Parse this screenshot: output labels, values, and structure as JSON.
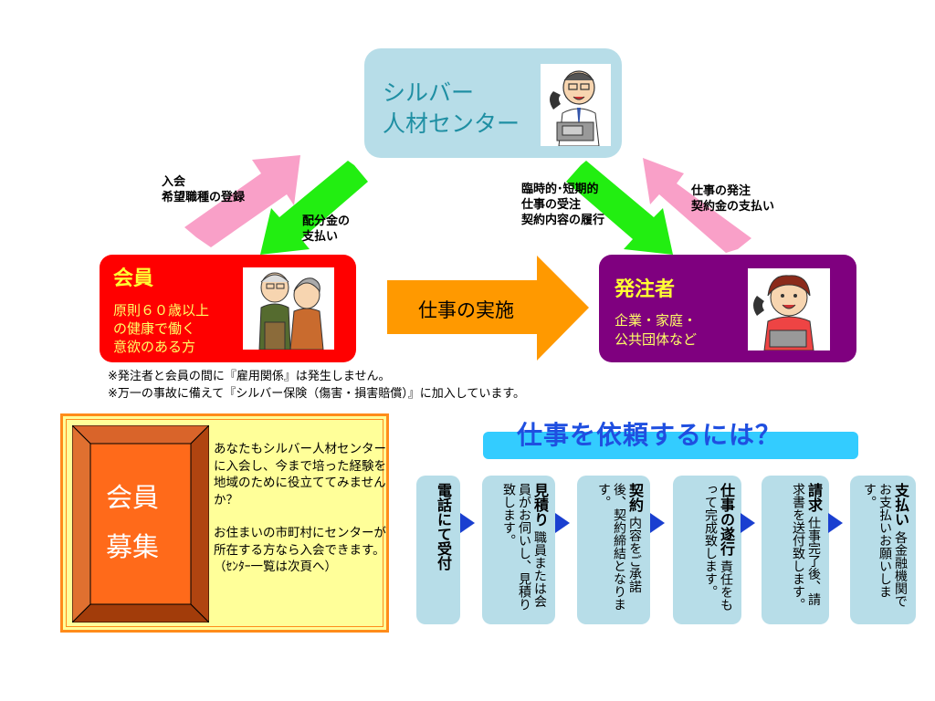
{
  "center": {
    "line1": "シルバー",
    "line2": "人材センター"
  },
  "member": {
    "title": "会員",
    "desc1": "原則６０歳以上",
    "desc2": "の健康で働く",
    "desc3": "意欲のある方"
  },
  "client": {
    "title": "発注者",
    "desc1": "企業・家庭・",
    "desc2": "公共団体など"
  },
  "work_label": "仕事の実施",
  "labels": {
    "join1": "入会",
    "join2": "希望職種の登録",
    "pay1": "配分金の",
    "pay2": "支払い",
    "order1": "臨時的･短期的",
    "order2": "仕事の受注",
    "order3": "契約内容の履行",
    "client1": "仕事の発注",
    "client2": "契約金の支払い"
  },
  "notes": {
    "line1": "※発注者と会員の間に『雇用関係』は発生しません。",
    "line2": "※万一の事故に備えて『シルバー保険（傷害・損害賠償）』に加入しています。"
  },
  "recruit": {
    "title1": "会員",
    "title2": "募集",
    "text1": "あなたもシルバー人材センターに入会し、今まで培った経験を地域のために役立ててみませんか？",
    "text2": "お住まいの市町村にセンターが所在する方なら入会できます。",
    "text3": "（ｾﾝﾀｰ一覧は次頁へ）"
  },
  "howto": {
    "title": "仕事を依頼するには？",
    "steps": [
      {
        "head": "電話にて受付",
        "body": ""
      },
      {
        "head": "見積り",
        "body": "職員または会員がお伺いし、見積り致します。"
      },
      {
        "head": "契約",
        "body": "内容をご承諾後、契約締結となります。"
      },
      {
        "head": "仕事の遂行",
        "body": "責任をもって完成致します。"
      },
      {
        "head": "請求",
        "body": "仕事完了後、請求書を送付致します。"
      },
      {
        "head": "支払い",
        "body": "各金融機関でお支払いお願いします。"
      }
    ]
  },
  "colors": {
    "center_bg": "#b7dde8",
    "member_bg": "#ff0000",
    "client_bg": "#7f007f",
    "pink_arrow": "#f9a0c8",
    "green_arrow": "#22ee11",
    "orange_arrow": "#ff9900"
  }
}
